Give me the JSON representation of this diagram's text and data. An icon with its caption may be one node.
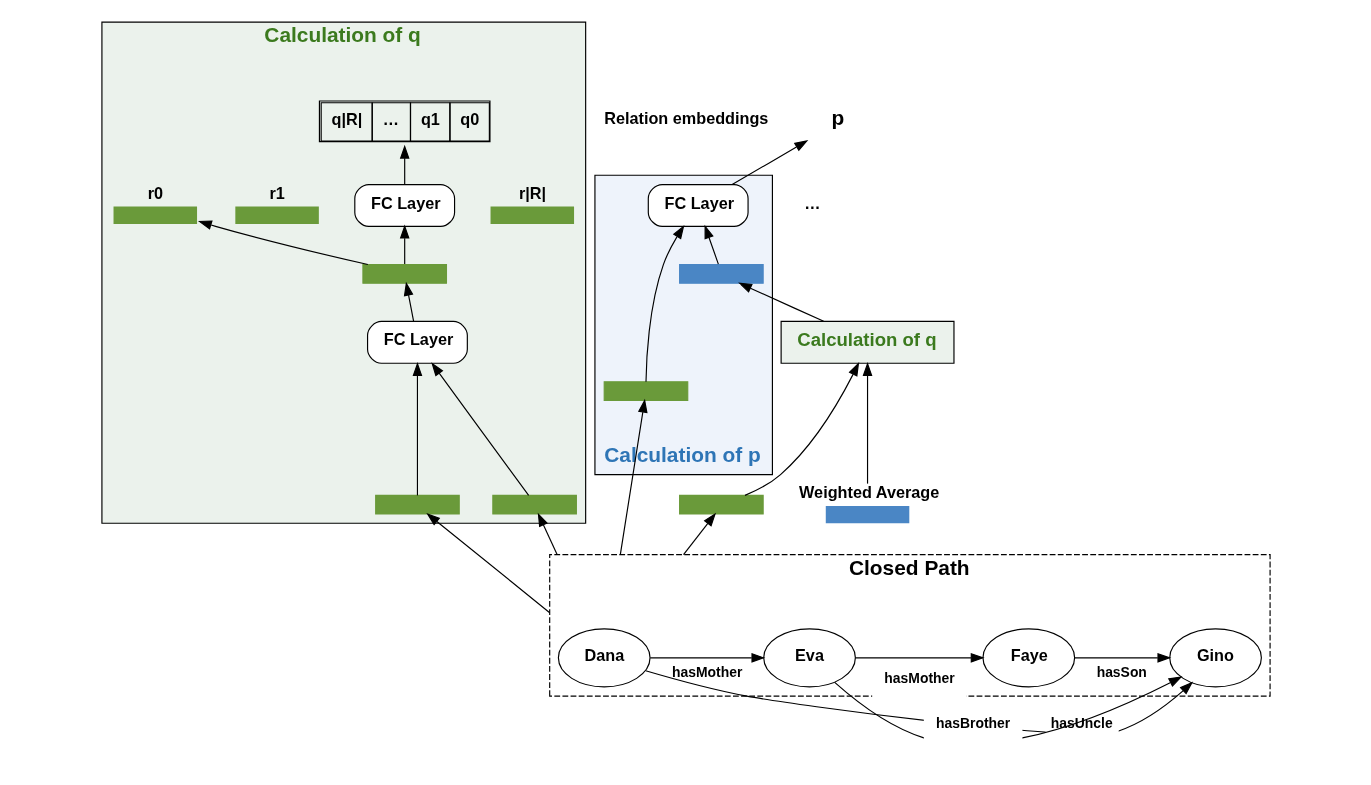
{
  "diagram": {
    "nodes": [
      {
        "text": [
          "Calculation of p"
        ]
      },
      {
        "text": [
          "FC Layer"
        ],
        "in": 0
      },
      {
        "text": [],
        "shape": "bar",
        "in": 0
      },
      {
        "text": [],
        "shape": "bar",
        "in": 0
      },
      {
        "text": [
          "p"
        ]
      },
      {
        "text": [],
        "shape": "bar",
        "beside": [
          "Weighted Average"
        ]
      },
      {
        "text": [
          "Calculation of q"
        ]
      },
      {
        "text": [],
        "shape": "bar"
      },
      {
        "text": [
          "Calculation of q"
        ]
      },
      {
        "text": [],
        "shape": "bar",
        "in": 8,
        "beside": [
          "r|R|"
        ]
      },
      {
        "text": [],
        "shape": "bar",
        "in": 8,
        "beside": [
          "r1"
        ]
      },
      {
        "text": [],
        "shape": "bar",
        "in": 8,
        "beside": [
          "r0"
        ]
      },
      {
        "text": [
          "q|R|",
          "…",
          "q1",
          "q0"
        ],
        "in": 8
      },
      {
        "text": [
          "FC Layer"
        ],
        "in": 8
      },
      {
        "text": [],
        "shape": "bar",
        "in": 8
      },
      {
        "text": [
          "FC Layer"
        ],
        "in": 8
      },
      {
        "text": [],
        "shape": "bar",
        "in": 8
      },
      {
        "text": [],
        "shape": "bar",
        "in": 8
      },
      {
        "text": [
          "Closed Path"
        ]
      },
      {
        "text": [
          "Dana"
        ],
        "in": 18
      },
      {
        "text": [
          "Eva"
        ],
        "in": 18
      },
      {
        "text": [
          "Faye"
        ],
        "in": 18
      },
      {
        "text": [
          "Gino"
        ],
        "in": 18
      }
    ],
    "edges": [
      {
        "from": 1,
        "to": 4,
        "arrow": "to"
      },
      {
        "from": 2,
        "to": 1,
        "arrow": "to"
      },
      {
        "from": 3,
        "to": 1,
        "arrow": "to"
      },
      {
        "from": 5,
        "to": 6,
        "arrow": "to"
      },
      {
        "from": 6,
        "to": 3,
        "arrow": "to"
      },
      {
        "from": 7,
        "to": 6,
        "arrow": "to"
      },
      {
        "from": 18,
        "to": 7,
        "arrow": "to"
      },
      {
        "from": 18,
        "to": 16,
        "arrow": "to"
      },
      {
        "from": 18,
        "to": 17,
        "arrow": "to"
      },
      {
        "from": 18,
        "to": 2,
        "arrow": "to"
      },
      {
        "from": 16,
        "to": 15,
        "arrow": "to"
      },
      {
        "from": 17,
        "to": 15,
        "arrow": "to"
      },
      {
        "from": 15,
        "to": 14,
        "arrow": "to"
      },
      {
        "from": 14,
        "to": 13,
        "arrow": "to"
      },
      {
        "from": 13,
        "to": 12,
        "arrow": "to"
      },
      {
        "from": 14,
        "to": 11,
        "arrow": "to"
      },
      {
        "from": 19,
        "to": 20,
        "arrow": "to",
        "label": "hasMother"
      },
      {
        "from": 20,
        "to": 21,
        "arrow": "to",
        "label": "hasMother"
      },
      {
        "from": 21,
        "to": 22,
        "arrow": "to",
        "label": "hasSon"
      },
      {
        "from": 20,
        "to": 22,
        "arrow": "to",
        "label": "hasBrother"
      },
      {
        "from": 19,
        "to": 22,
        "arrow": "to",
        "label": "hasUncle"
      }
    ],
    "labels": [
      "Relation embeddings",
      "…"
    ]
  }
}
